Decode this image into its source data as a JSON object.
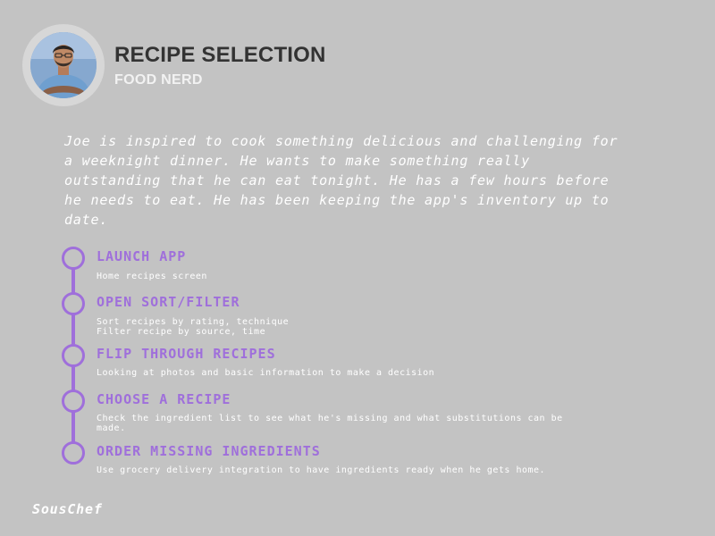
{
  "header": {
    "title": "RECIPE SELECTION",
    "persona": "FOOD NERD"
  },
  "scenario": "Joe is inspired to cook something delicious and challenging for a weeknight dinner. He wants to make something really outstanding that he can eat tonight. He has a few hours before he needs to eat. He has been keeping the app's inventory up to date.",
  "steps": [
    {
      "title": "LAUNCH APP",
      "description": "Home recipes screen"
    },
    {
      "title": "OPEN SORT/FILTER",
      "description": "Sort recipes by rating, technique\nFilter recipe by source, time"
    },
    {
      "title": "FLIP THROUGH RECIPES",
      "description": "Looking at photos and basic information to make a decision"
    },
    {
      "title": "CHOOSE A RECIPE",
      "description": "Check the ingredient list to see what he's missing and what substitutions can be made."
    },
    {
      "title": "ORDER MISSING INGREDIENTS",
      "description": "Use grocery delivery integration to have ingredients ready when he gets home."
    }
  ],
  "brand": "SousChef",
  "colors": {
    "background": "#c3c3c3",
    "accent": "#9f6fdb",
    "title": "#333333",
    "text": "#ffffff"
  }
}
